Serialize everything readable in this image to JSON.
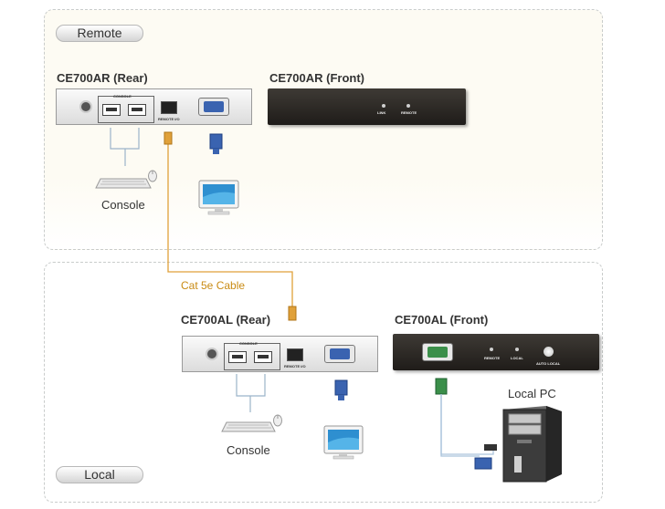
{
  "remote_zone": {
    "tag": "Remote",
    "rear_title": "CE700AR (Rear)",
    "front_title": "CE700AR (Front)",
    "rear_labels": {
      "console": "CONSOLE",
      "remote_io": "REMOTE I/O"
    },
    "front_labels": {
      "link": "LINK",
      "remote": "REMOTE"
    },
    "console_label": "Console"
  },
  "cable_label": "Cat 5e Cable",
  "local_zone": {
    "tag": "Local",
    "rear_title": "CE700AL (Rear)",
    "front_title": "CE700AL (Front)",
    "rear_labels": {
      "console": "CONSOLE",
      "remote_io": "REMOTE I/O"
    },
    "front_labels": {
      "remote": "REMOTE",
      "local": "LOCAL",
      "auto_local": "AUTO LOCAL"
    },
    "console_label": "Console",
    "pc_label": "Local PC"
  },
  "colors": {
    "cable": "#e0a13a",
    "vga_blue": "#3a63b0",
    "vga_green": "#3b8f4a",
    "front_panel": "#2a2622"
  }
}
